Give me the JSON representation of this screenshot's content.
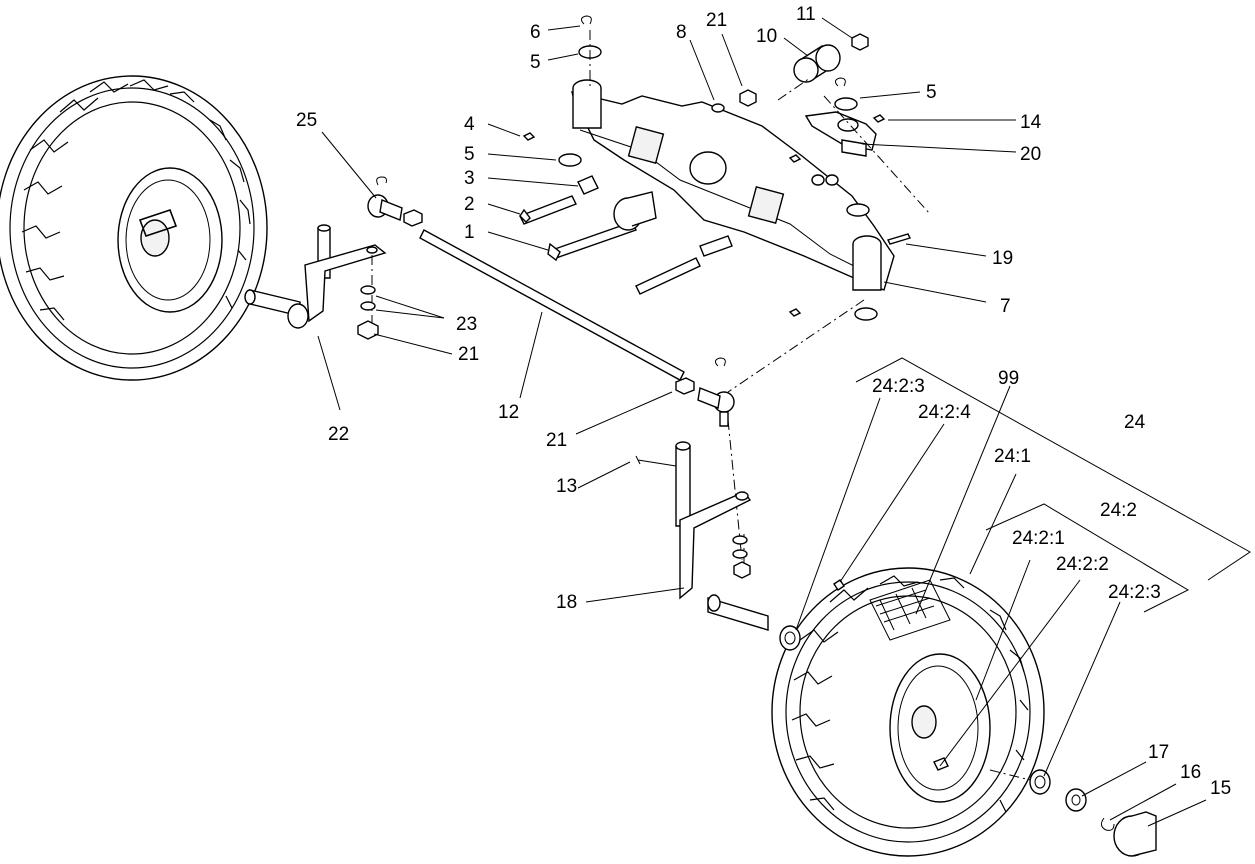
{
  "callouts": [
    {
      "id": "c6",
      "text": "6"
    },
    {
      "id": "c5a",
      "text": "5"
    },
    {
      "id": "c8",
      "text": "8"
    },
    {
      "id": "c21a",
      "text": "21"
    },
    {
      "id": "c10",
      "text": "10"
    },
    {
      "id": "c11",
      "text": "11"
    },
    {
      "id": "c5b",
      "text": "5"
    },
    {
      "id": "c14",
      "text": "14"
    },
    {
      "id": "c20",
      "text": "20"
    },
    {
      "id": "c4",
      "text": "4"
    },
    {
      "id": "c5c",
      "text": "5"
    },
    {
      "id": "c3",
      "text": "3"
    },
    {
      "id": "c2",
      "text": "2"
    },
    {
      "id": "c1",
      "text": "1"
    },
    {
      "id": "c25",
      "text": "25"
    },
    {
      "id": "c19",
      "text": "19"
    },
    {
      "id": "c7",
      "text": "7"
    },
    {
      "id": "c23",
      "text": "23"
    },
    {
      "id": "c21b",
      "text": "21"
    },
    {
      "id": "c22",
      "text": "22"
    },
    {
      "id": "c12",
      "text": "12"
    },
    {
      "id": "c21c",
      "text": "21"
    },
    {
      "id": "c99",
      "text": "99"
    },
    {
      "id": "c2423a",
      "text": "24:2:3"
    },
    {
      "id": "c2424",
      "text": "24:2:4"
    },
    {
      "id": "c24",
      "text": "24"
    },
    {
      "id": "c241",
      "text": "24:1"
    },
    {
      "id": "c242",
      "text": "24:2"
    },
    {
      "id": "c2421",
      "text": "24:2:1"
    },
    {
      "id": "c2422",
      "text": "24:2:2"
    },
    {
      "id": "c2423b",
      "text": "24:2:3"
    },
    {
      "id": "c13",
      "text": "13"
    },
    {
      "id": "c18",
      "text": "18"
    },
    {
      "id": "c17",
      "text": "17"
    },
    {
      "id": "c16",
      "text": "16"
    },
    {
      "id": "c15",
      "text": "15"
    }
  ]
}
